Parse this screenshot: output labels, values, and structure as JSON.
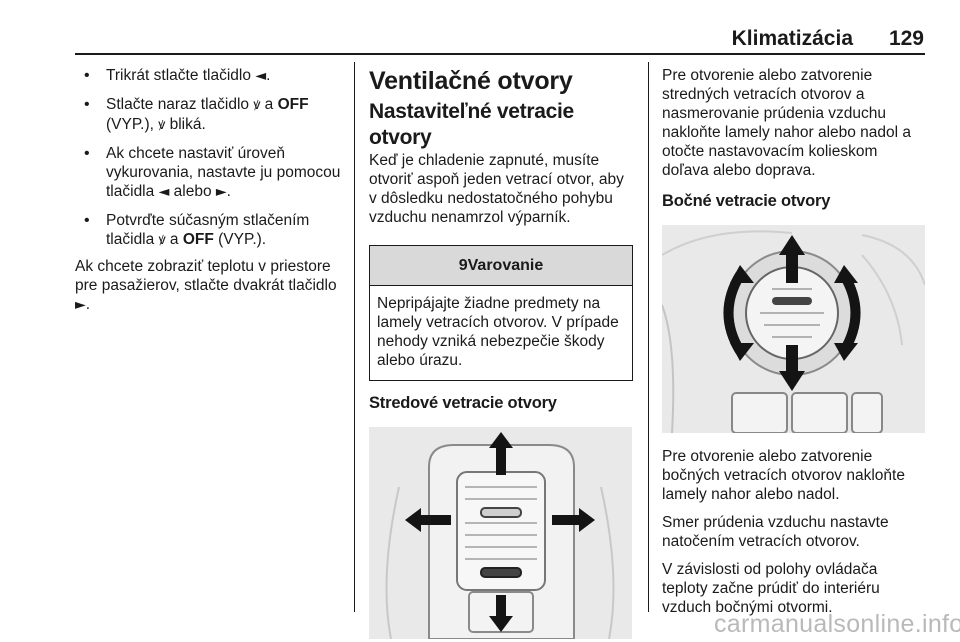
{
  "header": {
    "title": "Klimatizácia",
    "page": "129"
  },
  "col1": {
    "bullets": [
      {
        "pre": "Trikrát stlačte tlačidlo ",
        "sym1": "◄",
        "post": "."
      },
      {
        "pre": "Stlačte naraz tlačidlo ",
        "sym1": "ꝟ",
        "mid": " a ",
        "bold": "OFF",
        "post": " (VYP.), ",
        "sym2": "ꝟ",
        "post2": " bliká."
      },
      {
        "pre": "Ak chcete nastaviť úroveň vykurovania, nastavte ju pomocou tlačidla ",
        "sym1": "◄",
        "mid": " alebo ",
        "sym2": "►",
        "post": "."
      },
      {
        "pre": "Potvrďte súčasným stlačením tlačidla ",
        "sym1": "ꝟ",
        "mid": " a ",
        "bold": "OFF",
        "post": " (VYP.)."
      }
    ],
    "para_pre": "Ak chcete zobraziť teplotu v priestore pre pasažierov, stlačte dvakrát tlačidlo ",
    "para_sym": "►",
    "para_post": "."
  },
  "col2": {
    "heading1": "Ventilačné otvory",
    "heading2": "Nastaviteľné vetracie otvory",
    "intro": "Keď je chladenie zapnuté, musíte otvoriť aspoň jeden vetrací otvor, aby v dôsledku nedostatočného pohybu vzduchu nenamrzol výparník.",
    "warning": {
      "icon": "9",
      "title": "Varovanie",
      "text": "Nepripájajte žiadne predmety na lamely vetracích otvorov. V prípade nehody vzniká nebezpečie škody alebo úrazu."
    },
    "heading3": "Stredové vetracie otvory"
  },
  "col3": {
    "p1": "Pre otvorenie alebo zatvorenie stredných vetracích otvorov a nasmerovanie prúdenia vzduchu nakloňte lamely nahor alebo nadol a otočte nastavovacím kolieskom doľava alebo doprava.",
    "heading": "Bočné vetracie otvory",
    "p2": "Pre otvorenie alebo zatvorenie bočných vetracích otvorov nakloňte lamely nahor alebo nadol.",
    "p3": "Smer prúdenia vzduchu nastavte natočením vetracích otvorov.",
    "p4": "V závislosti od polohy ovládača teploty začne prúdiť do interiéru vzduch bočnými otvormi."
  },
  "watermark": "carmanualsonline.info",
  "colors": {
    "text": "#1a1a1a",
    "warning_header_bg": "#d9d9d9",
    "image_bg": "#e9e9e9",
    "watermark": "#b9b9b9"
  }
}
